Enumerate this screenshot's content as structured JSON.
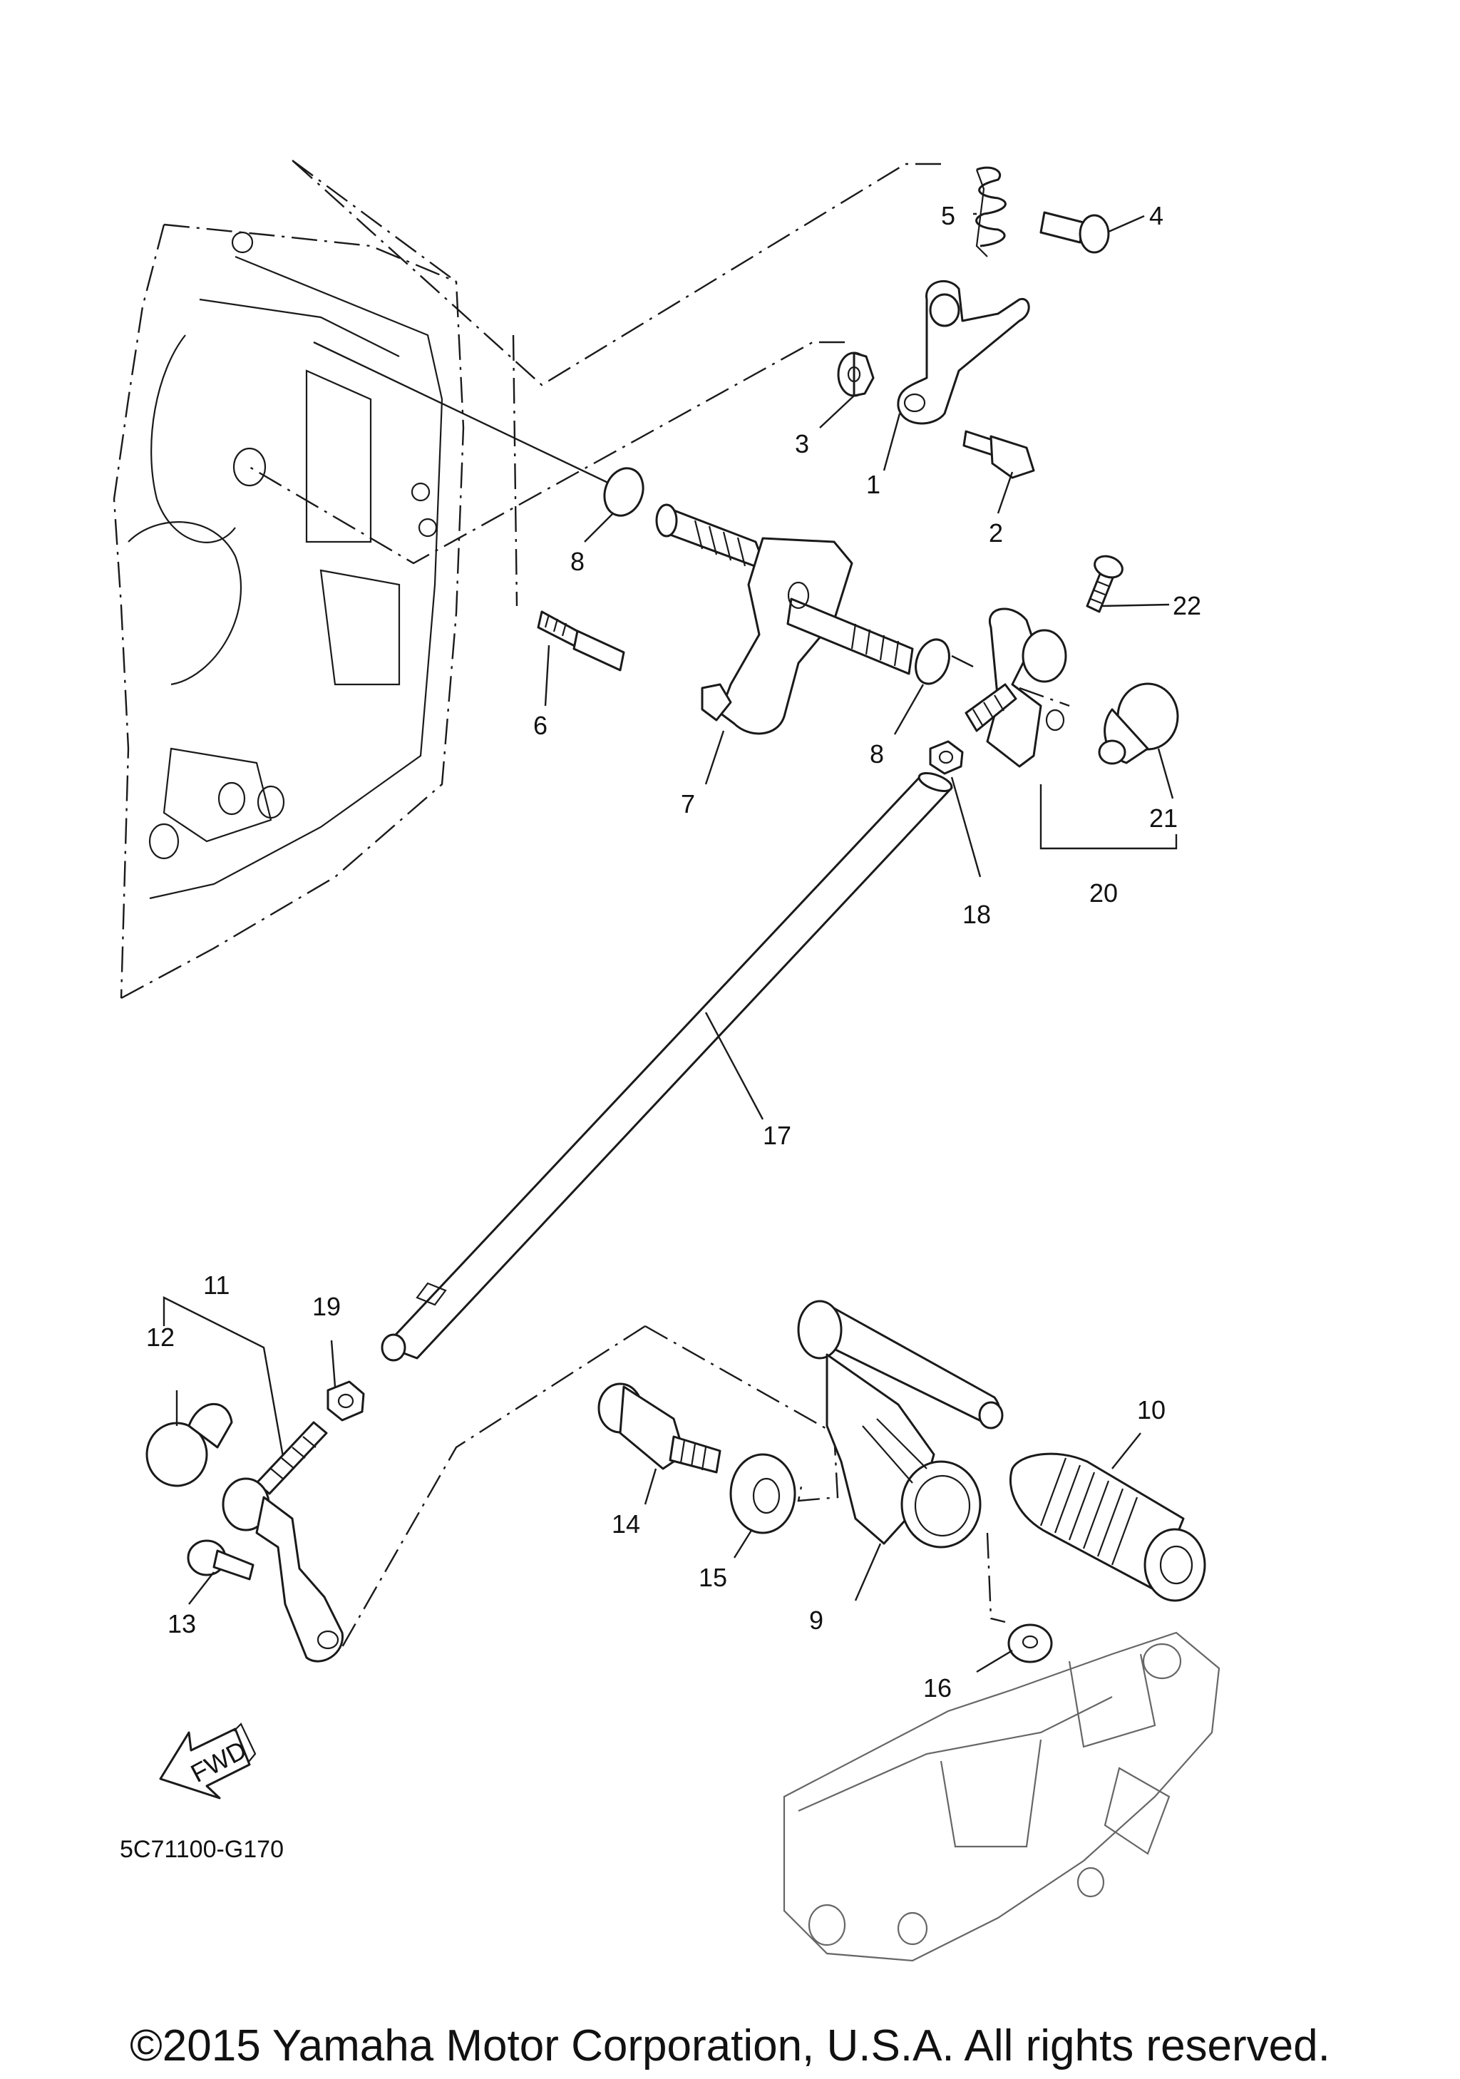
{
  "diagram": {
    "callouts": [
      "1",
      "2",
      "3",
      "4",
      "5",
      "6",
      "7",
      "8",
      "8",
      "9",
      "10",
      "11",
      "12",
      "13",
      "14",
      "15",
      "16",
      "17",
      "18",
      "19",
      "20",
      "21",
      "22"
    ],
    "drawing_code": "5C71100-G170",
    "fwd_label": "FWD",
    "copyright": "©2015 Yamaha Motor Corporation, U.S.A. All rights reserved."
  },
  "colors": {
    "line": "#1a1a1a",
    "background": "#ffffff"
  }
}
